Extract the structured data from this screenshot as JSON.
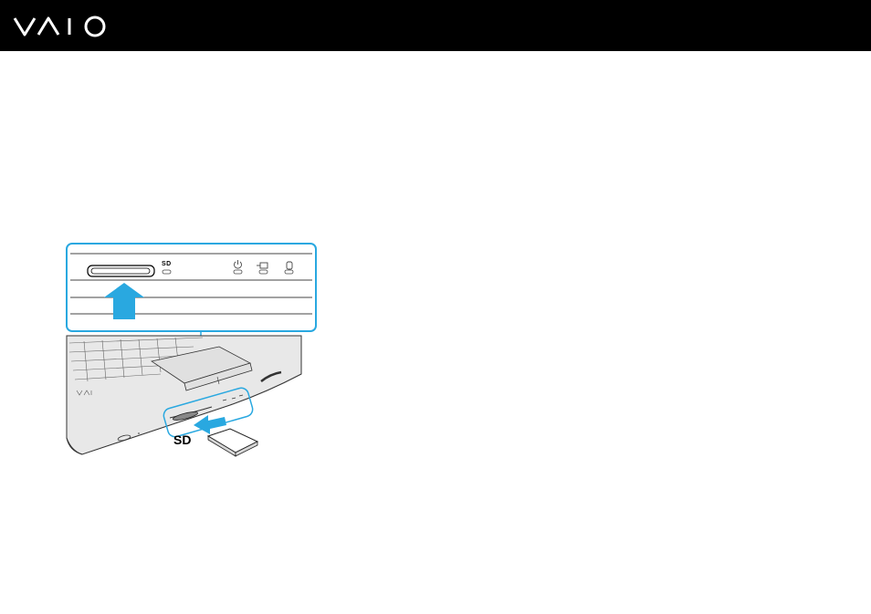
{
  "header": {
    "brand": "VAIO",
    "logo_icon": "vaio-logo",
    "background_color": "#000000"
  },
  "illustration": {
    "slot_label": "SD",
    "callout_label": "SD",
    "accent_color": "#29a8e0",
    "indicators": [
      "power-icon",
      "battery-icon",
      "disk-drive-icon"
    ]
  }
}
